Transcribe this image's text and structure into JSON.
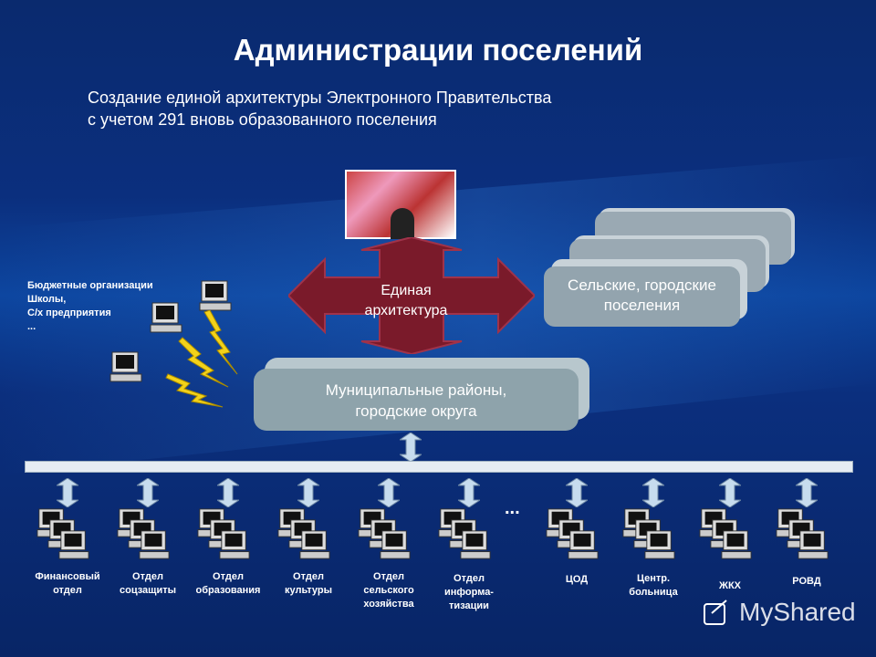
{
  "title": "Администрации поселений",
  "subtitle": [
    "Создание единой архитектуры Электронного Правительства",
    "с учетом 291 вновь образованного поселения"
  ],
  "center_label": [
    "Единая",
    "архитектура"
  ],
  "settlements_label": [
    "Сельские, городские",
    "поселения"
  ],
  "municipal_label": [
    "Муниципальные районы,",
    "городские округа"
  ],
  "budget_orgs": [
    "Бюджетные организации",
    "Школы,",
    "С/х предприятия",
    "..."
  ],
  "ellipsis": "...",
  "departments": [
    {
      "lines": [
        "Финансовый",
        "отдел"
      ]
    },
    {
      "lines": [
        "Отдел",
        "соцзащиты"
      ]
    },
    {
      "lines": [
        "Отдел",
        "образования"
      ]
    },
    {
      "lines": [
        "Отдел",
        "культуры"
      ]
    },
    {
      "lines": [
        "Отдел",
        "сельского",
        "хозяйства"
      ]
    },
    {
      "lines": [
        "Отдел",
        "информа-",
        "тизации"
      ]
    },
    {
      "lines": [
        "ЦОД"
      ]
    },
    {
      "lines": [
        "Центр.",
        "больница"
      ]
    },
    {
      "lines": [
        "ЖКХ"
      ]
    },
    {
      "lines": [
        "РОВД"
      ]
    }
  ],
  "watermark": "MyShared",
  "colors": {
    "background": "#0b2f7e",
    "arrow": "#7a1a2a",
    "boxes": "#93a4ae",
    "bar": "#e6ecf3"
  }
}
